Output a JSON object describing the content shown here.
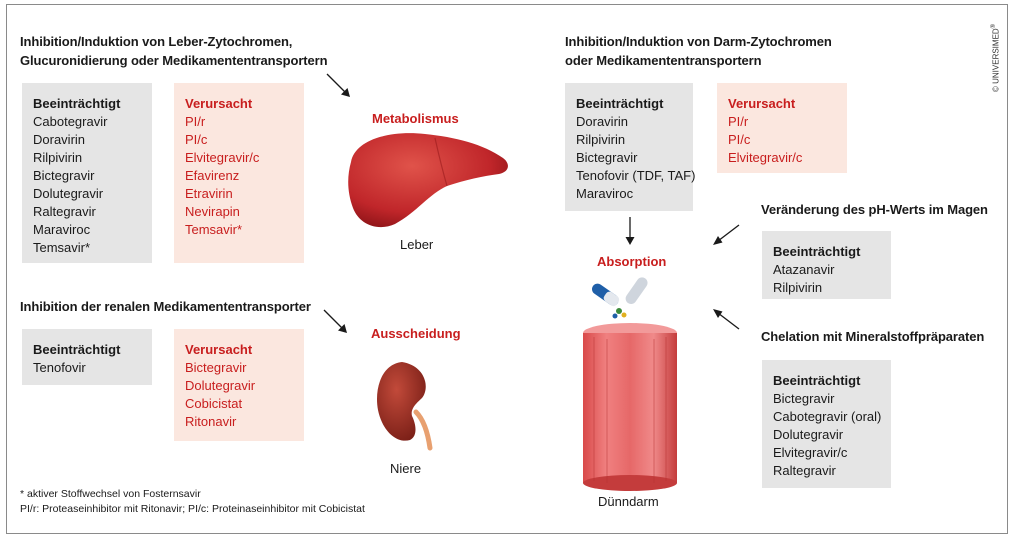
{
  "copyright": "© UNIVERSIMED",
  "copyright_mark": "®",
  "leber": {
    "heading_line1": "Inhibition/Induktion von Leber-Zytochromen,",
    "heading_line2": "Glucuronidierung oder Medikamententransportern",
    "beeintraechtigt": {
      "title": "Beeinträchtigt",
      "items": [
        "Cabotegravir",
        "Doravirin",
        "Rilpivirin",
        "Bictegravir",
        "Dolutegravir",
        "Raltegravir",
        "Maraviroc",
        "Temsavir*"
      ]
    },
    "verursacht": {
      "title": "Verursacht",
      "items": [
        "PI/r",
        "PI/c",
        "Elvitegravir/c",
        "Efavirenz",
        "Etravirin",
        "Nevirapin",
        "Temsavir*"
      ]
    },
    "process_label": "Metabolismus",
    "organ_label": "Leber"
  },
  "niere": {
    "heading": "Inhibition der renalen Medikamententransporter",
    "beeintraechtigt": {
      "title": "Beeinträchtigt",
      "items": [
        "Tenofovir"
      ]
    },
    "verursacht": {
      "title": "Verursacht",
      "items": [
        "Bictegravir",
        "Dolutegravir",
        "Cobicistat",
        "Ritonavir"
      ]
    },
    "process_label": "Ausscheidung",
    "organ_label": "Niere"
  },
  "darm": {
    "heading_line1": "Inhibition/Induktion von Darm-Zytochromen",
    "heading_line2": "oder Medikamententransportern",
    "beeintraechtigt": {
      "title": "Beeinträchtigt",
      "items": [
        "Doravirin",
        "Rilpivirin",
        "Bictegravir",
        "Tenofovir (TDF, TAF)",
        "Maraviroc"
      ]
    },
    "verursacht": {
      "title": "Verursacht",
      "items": [
        "PI/r",
        "PI/c",
        "Elvitegravir/c"
      ]
    },
    "process_label": "Absorption",
    "organ_label": "Dünndarm"
  },
  "ph": {
    "heading": "Veränderung des pH-Werts im Magen",
    "beeintraechtigt": {
      "title": "Beeinträchtigt",
      "items": [
        "Atazanavir",
        "Rilpivirin"
      ]
    }
  },
  "chelation": {
    "heading": "Chelation mit Mineralstoffpräparaten",
    "beeintraechtigt": {
      "title": "Beeinträchtigt",
      "items": [
        "Bictegravir",
        "Cabotegravir (oral)",
        "Dolutegravir",
        "Elvitegravir/c",
        "Raltegravir"
      ]
    }
  },
  "footnotes": {
    "line1": "* aktiver Stoffwechsel von Fosternsavir",
    "line2": "PI/r: Proteaseinhibitor mit Ritonavir; PI/c: Proteinaseinhibitor mit Cobicistat"
  },
  "colors": {
    "red": "#c81e1e",
    "gray_box": "#e5e5e5",
    "pink_box": "#fbe7df"
  }
}
